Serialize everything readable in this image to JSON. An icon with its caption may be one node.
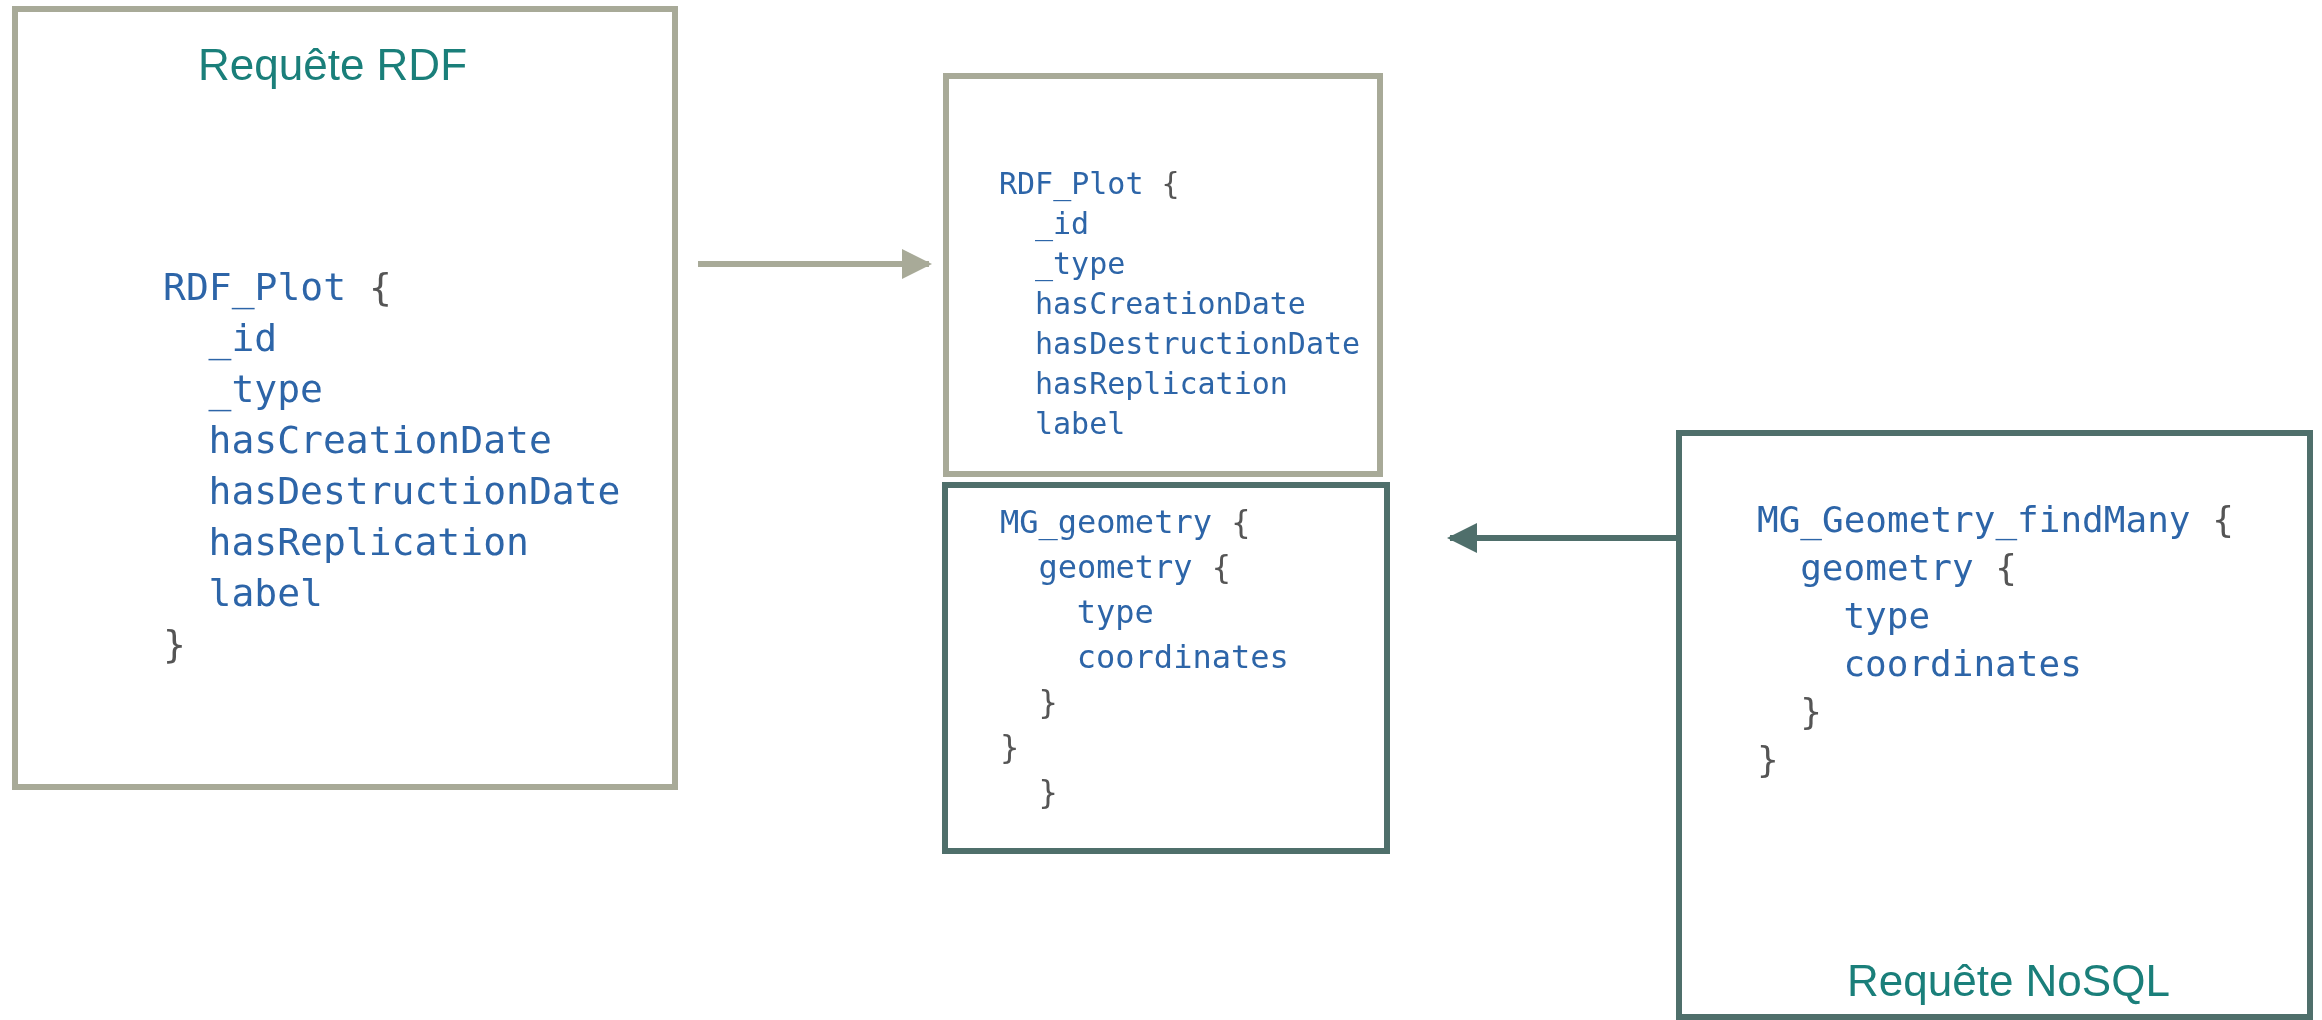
{
  "diagram": {
    "nodes": [
      {
        "text": [
          "Requête RDF",
          "RDF_Plot {",
          "_id",
          "_type",
          "hasCreationDate",
          "hasDestructionDate",
          "hasReplication",
          "label",
          "}"
        ]
      },
      {
        "text": [
          "RDF_Plot {",
          "_id",
          "_type",
          "hasCreationDate",
          "hasDestructionDate",
          "hasReplication",
          "label"
        ]
      },
      {
        "text": [
          "MG_geometry {",
          "geometry {",
          "type",
          "coordinates",
          "}",
          "}",
          "}"
        ]
      },
      {
        "text": [
          "MG_Geometry_findMany {",
          "geometry {",
          "type",
          "coordinates",
          "}",
          "}",
          "Requête NoSQL"
        ]
      }
    ],
    "edges": [
      {
        "from": 0,
        "to": 1,
        "arrow": "to"
      },
      {
        "from": 3,
        "to": 2,
        "arrow": "to",
        "color": "#4f6f6b"
      }
    ]
  }
}
